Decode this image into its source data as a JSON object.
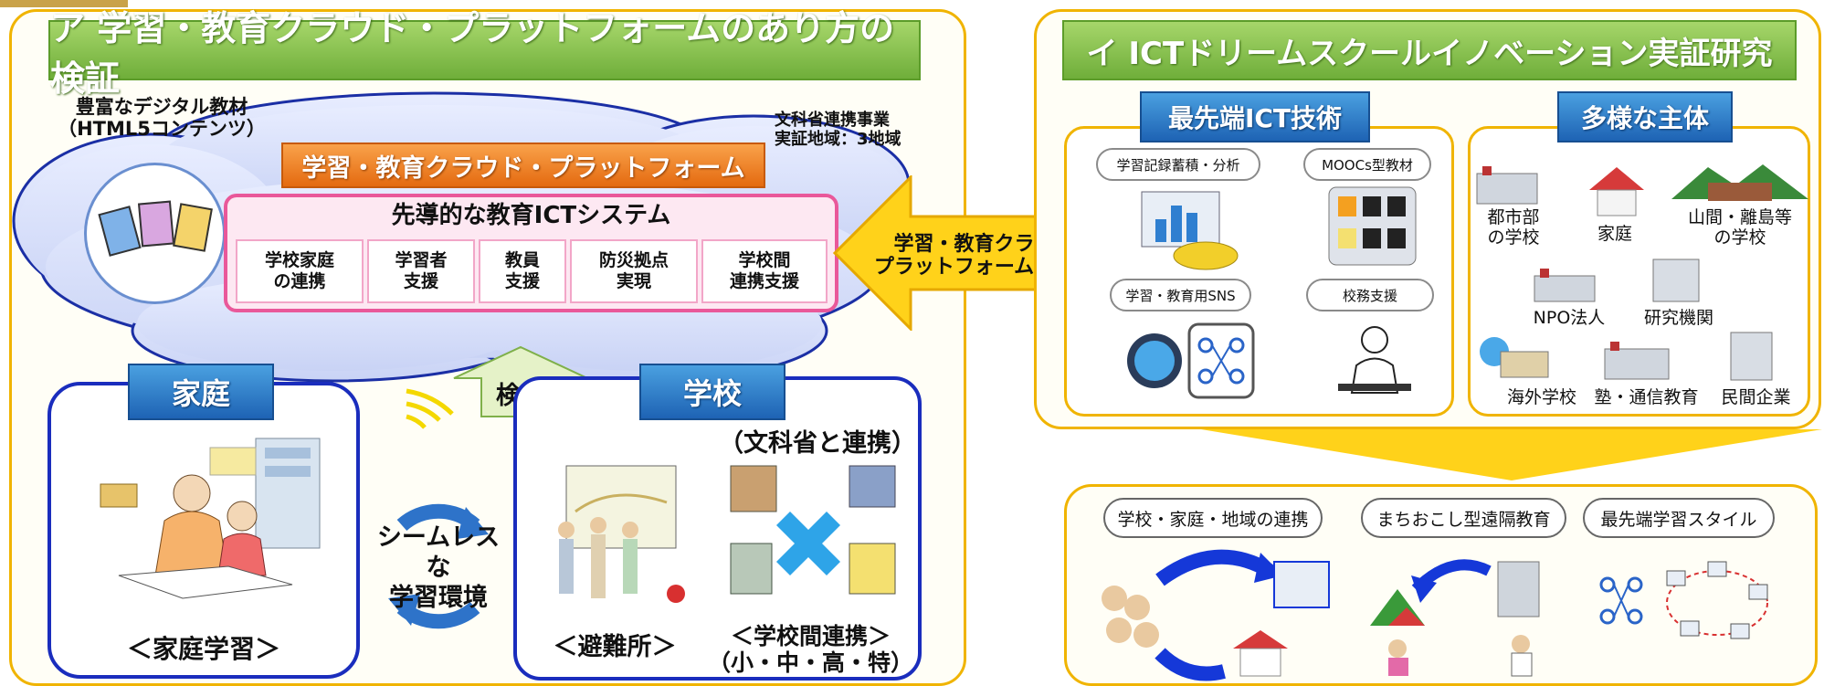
{
  "left": {
    "title": "ア 学習・教育クラウド・プラットフォームのあり方の検証",
    "digital_materials": "豊富なデジタル教材\n（HTML5コンテンツ）",
    "mext_project": "文科省連携事業\n実証地域：3地域",
    "platform_label": "学習・教育クラウド・プラットフォーム",
    "system_title": "先導的な教育ICTシステム",
    "system_cells": [
      "学校家庭\nの連携",
      "学習者\n支援",
      "教員\n支援",
      "防災拠点\n実現",
      "学校間\n連携支援"
    ],
    "home_label": "家庭",
    "home_caption": "＜家庭学習＞",
    "verify_label": "検証",
    "seamless": "シームレス\nな\n学習環境",
    "school_label": "学校",
    "shelter_caption": "＜避難所＞",
    "mext_collab": "（文科省と連携）",
    "school_link_caption": "＜学校間連携＞\n（小・中・高・特）"
  },
  "arrow_text": "学習・教育クラウド\nプラットフォームを基盤",
  "right": {
    "title": "イ ICTドリームスクールイノベーション実証研究",
    "tech_label": "最先端ICT技術",
    "tech_items": [
      "学習記録蓄積・分析",
      "MOOCs型教材",
      "学習・教育用SNS",
      "校務支援"
    ],
    "actors_label": "多様な主体",
    "actors": [
      "都市部\nの学校",
      "家庭",
      "山間・離島等\nの学校",
      "NPO法人",
      "研究機関",
      "海外学校",
      "塾・通信教育",
      "民間企業"
    ],
    "outcomes": [
      "学校・家庭・地域の連携",
      "まちおこし型遠隔教育",
      "最先端学習スタイル"
    ]
  },
  "colors": {
    "panel_border": "#f0b400",
    "title_green": "#6fae3a",
    "label_blue": "#1e63b4",
    "label_orange": "#e46a10",
    "arrow_yellow": "#ffd21a"
  }
}
